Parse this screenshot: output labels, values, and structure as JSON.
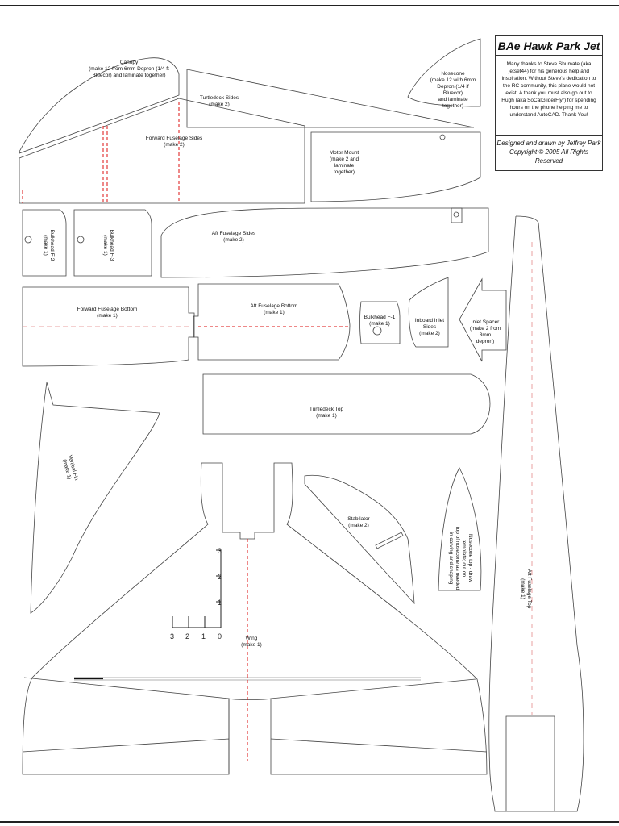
{
  "title": "BAe Hawk Park Jet",
  "thanks": "Many thanks to Steve Shumate (aka jetset44) for his generous help and inspiration. Without Steve's dedication to the RC community, this plane would not exist. A thank you must also go out to Hugh (aka SoCalGliderFlyr) for spending hours on the phone helping me to understand AutoCAD. Thank You!",
  "credit_line1": "Designed and drawn by Jeffrey Park",
  "credit_line2": "Copyright © 2005  All Rights Reserved",
  "parts": {
    "canopy": {
      "name": "Canopy",
      "note": "(make 12 from 6mm Depron (1/4 ft\nBluecor) and laminate together)"
    },
    "turtledeck_sides": {
      "name": "Turtledeck Sides",
      "note": "(make 2)"
    },
    "nosecone": {
      "name": "Nosecone",
      "note": "(make 12 with 6mm\nDepron (1/4 if Bluecor)\nand laminate together)"
    },
    "forward_fuselage_sides": {
      "name": "Forward Fuselage Sides",
      "note": "(make 2)"
    },
    "motor_mount": {
      "name": "Motor Mount",
      "note": "(make 2 and laminate\ntogether)"
    },
    "bulkhead_f2": {
      "name": "Bulkhead F-2",
      "note": "(make 1)"
    },
    "bulkhead_f3": {
      "name": "Bulkhead F-3",
      "note": "(make 1)"
    },
    "aft_fuselage_sides": {
      "name": "Aft Fuselage Sides",
      "note": "(make 2)"
    },
    "forward_fuselage_bottom": {
      "name": "Forward Fuselage Bottom",
      "note": "(make 1)"
    },
    "aft_fuselage_bottom": {
      "name": "Aft Fuselage Bottom",
      "note": "(make 1)"
    },
    "bulkhead_f1": {
      "name": "Bulkhead F-1",
      "note": "(make 1)"
    },
    "inboard_inlet_sides": {
      "name": "Inboard Inlet Sides",
      "note": "(make 2)"
    },
    "inlet_spacer": {
      "name": "Inlet Spacer",
      "note": "(make 2 from 3mm\ndepron)"
    },
    "turtledeck_top": {
      "name": "Turtledeck Top",
      "note": "(make 1)"
    },
    "vertical_fin": {
      "name": "Vertical Fin",
      "note": "(make 1)"
    },
    "stabilator": {
      "name": "Stabilator",
      "note": "(make 2)"
    },
    "nosecone_top": {
      "name": "Nosecone top - draw",
      "note": "template; cut on\ntop of nosecone as needed\nin carving and shaping"
    },
    "wing": {
      "name": "Wing",
      "note": "(make 1)"
    },
    "aft_fuselage_top": {
      "name": "Aft Fuselage Top",
      "note": "(make 1)"
    }
  },
  "scale": {
    "vertical": [
      "3",
      "2",
      "1"
    ],
    "horizontal": [
      "3",
      "2",
      "1",
      "0"
    ]
  }
}
